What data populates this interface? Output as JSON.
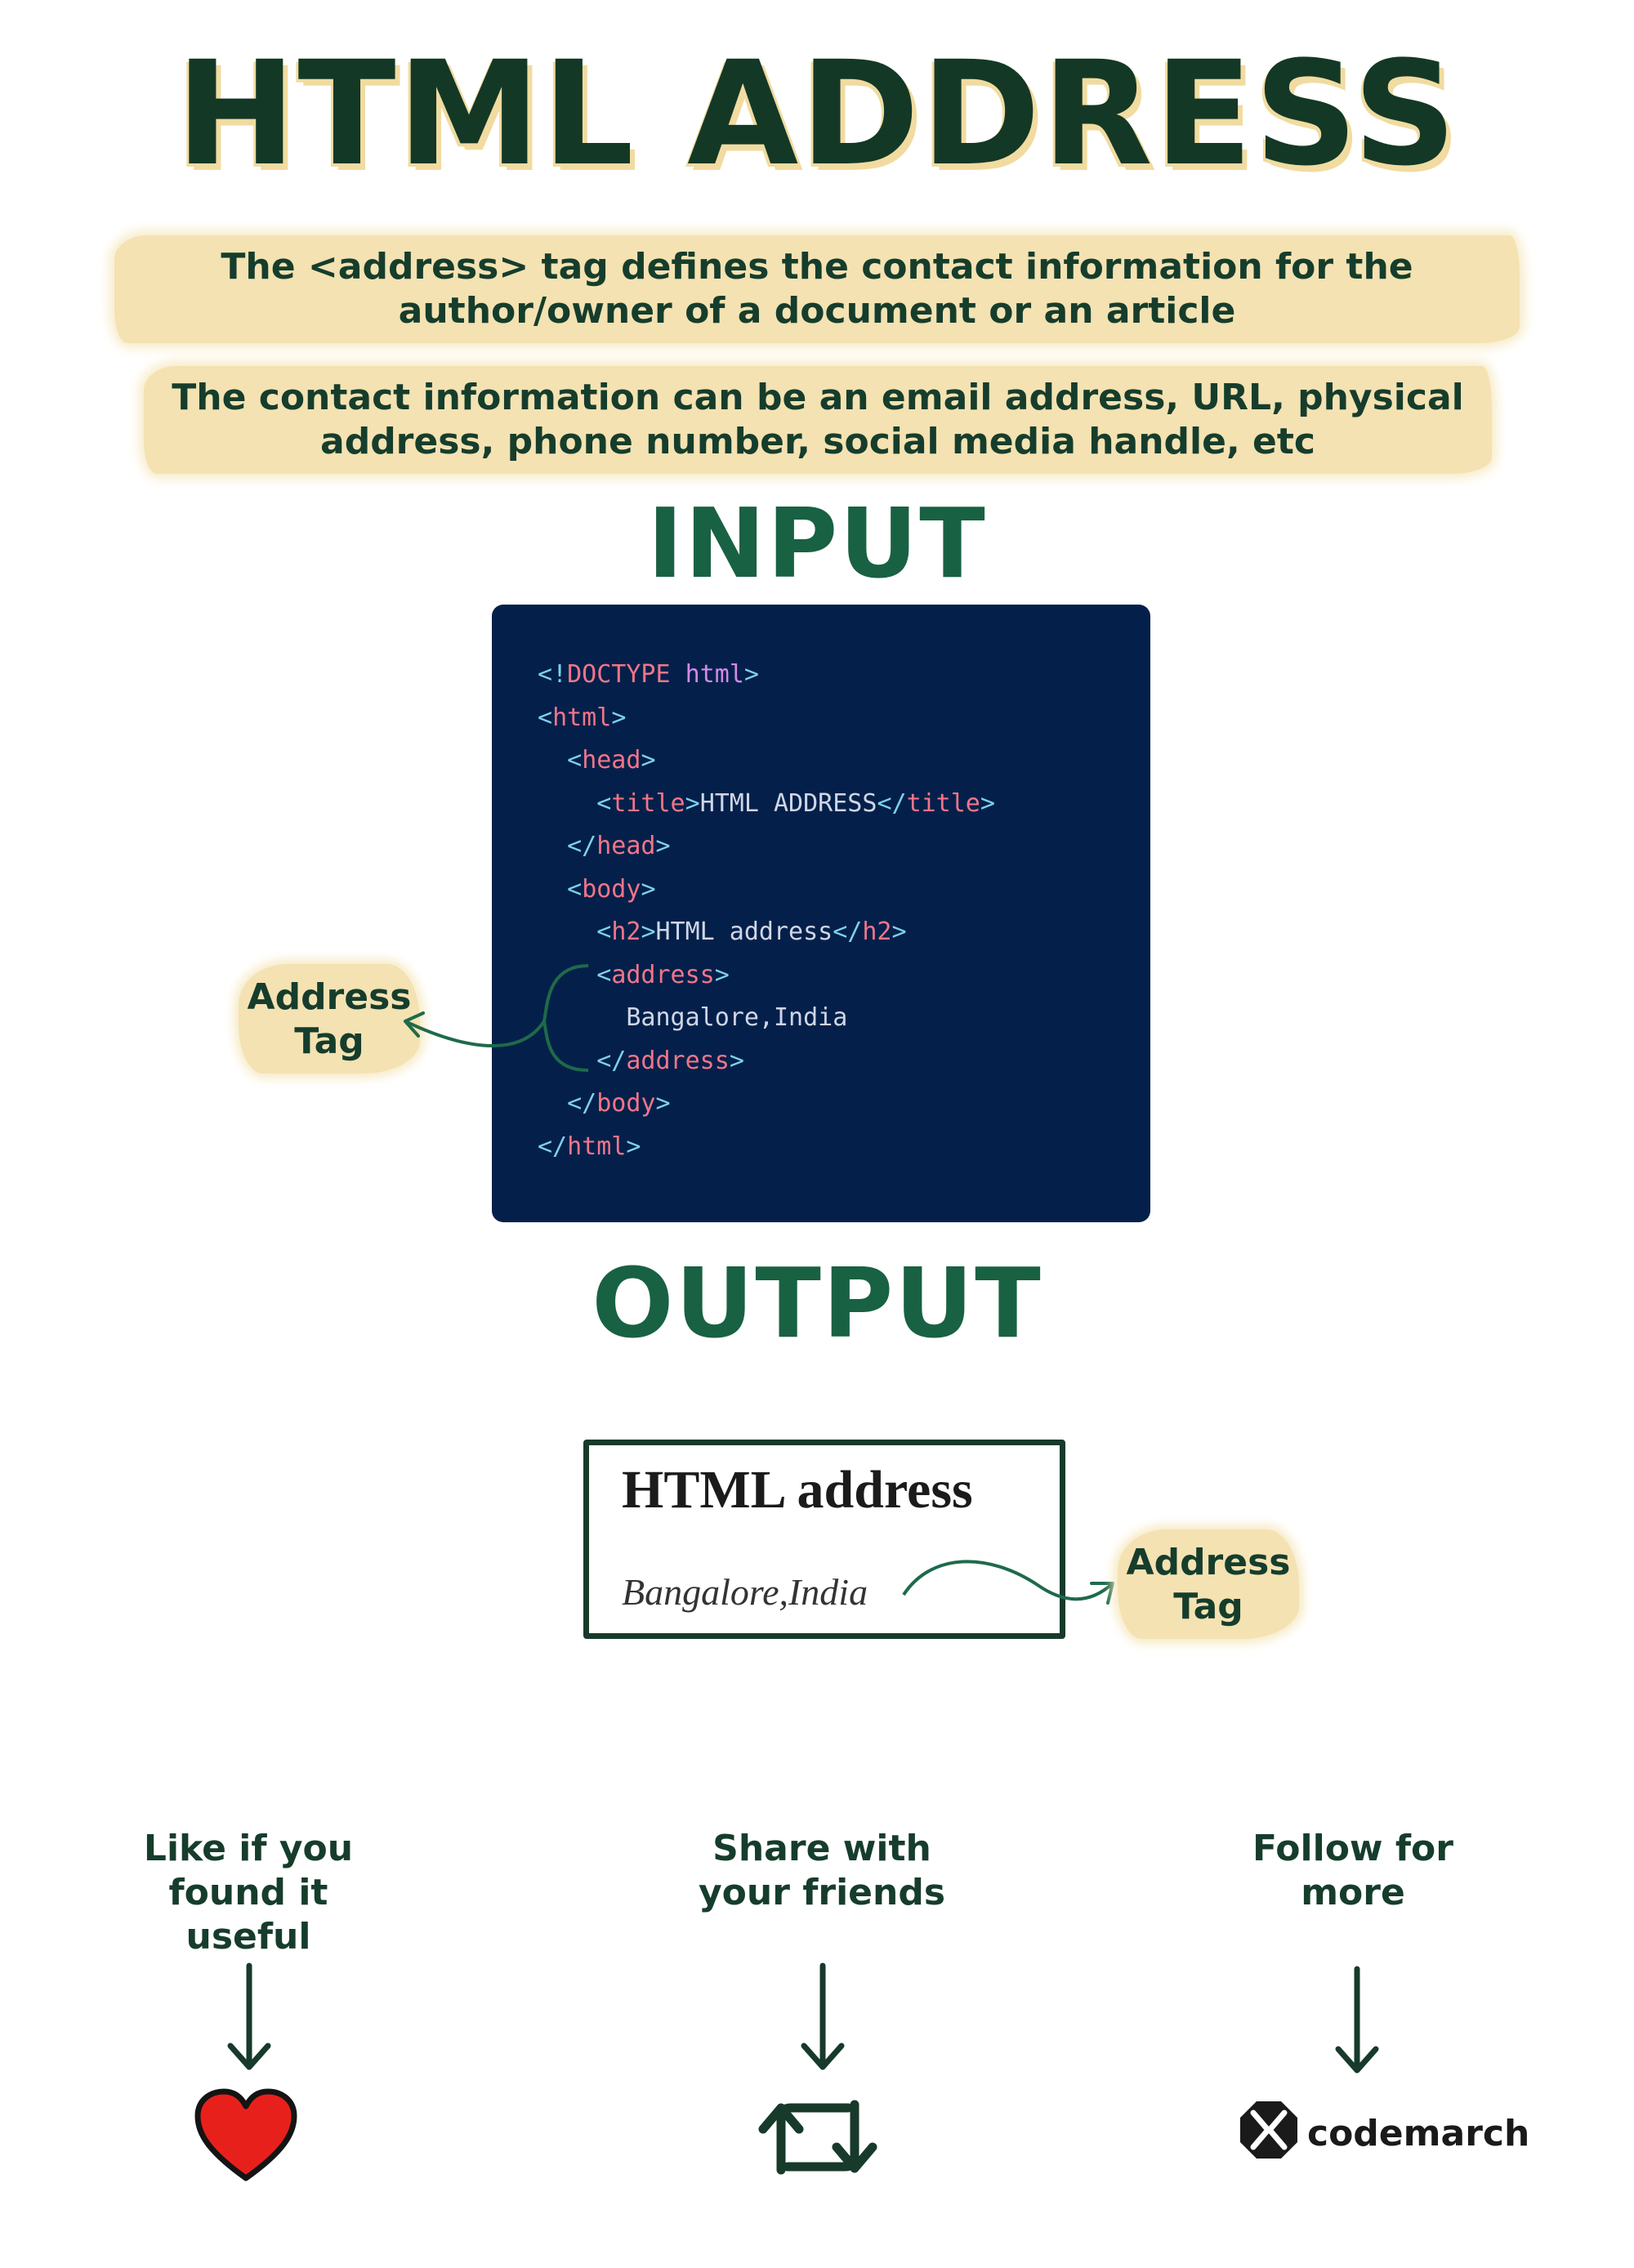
{
  "title": "HTML ADDRESS",
  "descriptions": [
    "The <address> tag defines the contact information for the author/owner of a document or an article",
    "The contact information can be an email address, URL, physical address, phone number, social media handle, etc"
  ],
  "sections": {
    "input": "INPUT",
    "output": "OUTPUT"
  },
  "code": {
    "lines": [
      [
        {
          "t": "<!",
          "c": "punc"
        },
        {
          "t": "DOCTYPE",
          "c": "tag"
        },
        {
          "t": " html",
          "c": "kw"
        },
        {
          "t": ">",
          "c": "punc"
        }
      ],
      [
        {
          "t": "<",
          "c": "punc"
        },
        {
          "t": "html",
          "c": "tag"
        },
        {
          "t": ">",
          "c": "punc"
        }
      ],
      [
        {
          "t": "  <",
          "c": "punc"
        },
        {
          "t": "head",
          "c": "tag"
        },
        {
          "t": ">",
          "c": "punc"
        }
      ],
      [
        {
          "t": "    <",
          "c": "punc"
        },
        {
          "t": "title",
          "c": "tag"
        },
        {
          "t": ">",
          "c": "punc"
        },
        {
          "t": "HTML ADDRESS",
          "c": "txt"
        },
        {
          "t": "</",
          "c": "punc"
        },
        {
          "t": "title",
          "c": "tag"
        },
        {
          "t": ">",
          "c": "punc"
        }
      ],
      [
        {
          "t": "  </",
          "c": "punc"
        },
        {
          "t": "head",
          "c": "tag"
        },
        {
          "t": ">",
          "c": "punc"
        }
      ],
      [
        {
          "t": "  <",
          "c": "punc"
        },
        {
          "t": "body",
          "c": "tag"
        },
        {
          "t": ">",
          "c": "punc"
        }
      ],
      [
        {
          "t": "    <",
          "c": "punc"
        },
        {
          "t": "h2",
          "c": "tag"
        },
        {
          "t": ">",
          "c": "punc"
        },
        {
          "t": "HTML address",
          "c": "txt"
        },
        {
          "t": "</",
          "c": "punc"
        },
        {
          "t": "h2",
          "c": "tag"
        },
        {
          "t": ">",
          "c": "punc"
        }
      ],
      [
        {
          "t": "    <",
          "c": "punc"
        },
        {
          "t": "address",
          "c": "tag"
        },
        {
          "t": ">",
          "c": "punc"
        }
      ],
      [
        {
          "t": "      Bangalore,India",
          "c": "txt"
        }
      ],
      [
        {
          "t": "    </",
          "c": "punc"
        },
        {
          "t": "address",
          "c": "tag"
        },
        {
          "t": ">",
          "c": "punc"
        }
      ],
      [
        {
          "t": "  </",
          "c": "punc"
        },
        {
          "t": "body",
          "c": "tag"
        },
        {
          "t": ">",
          "c": "punc"
        }
      ],
      [
        {
          "t": "</",
          "c": "punc"
        },
        {
          "t": "html",
          "c": "tag"
        },
        {
          "t": ">",
          "c": "punc"
        }
      ]
    ]
  },
  "output_preview": {
    "heading": "HTML address",
    "address": "Bangalore,India"
  },
  "callouts": {
    "left": "Address Tag",
    "right": "Address Tag"
  },
  "footer": {
    "like": "Like if you found it useful",
    "share": "Share with your friends",
    "follow": "Follow for more",
    "brand": "codemarch"
  },
  "icons": {
    "like": "heart-icon",
    "share": "repost-icon",
    "follow": "codemarch-logo-icon"
  },
  "colors": {
    "accent_green": "#196143",
    "dark_green": "#143826",
    "highlight": "#f4e2b2",
    "code_bg": "#04204a",
    "heart": "#e8201c"
  }
}
